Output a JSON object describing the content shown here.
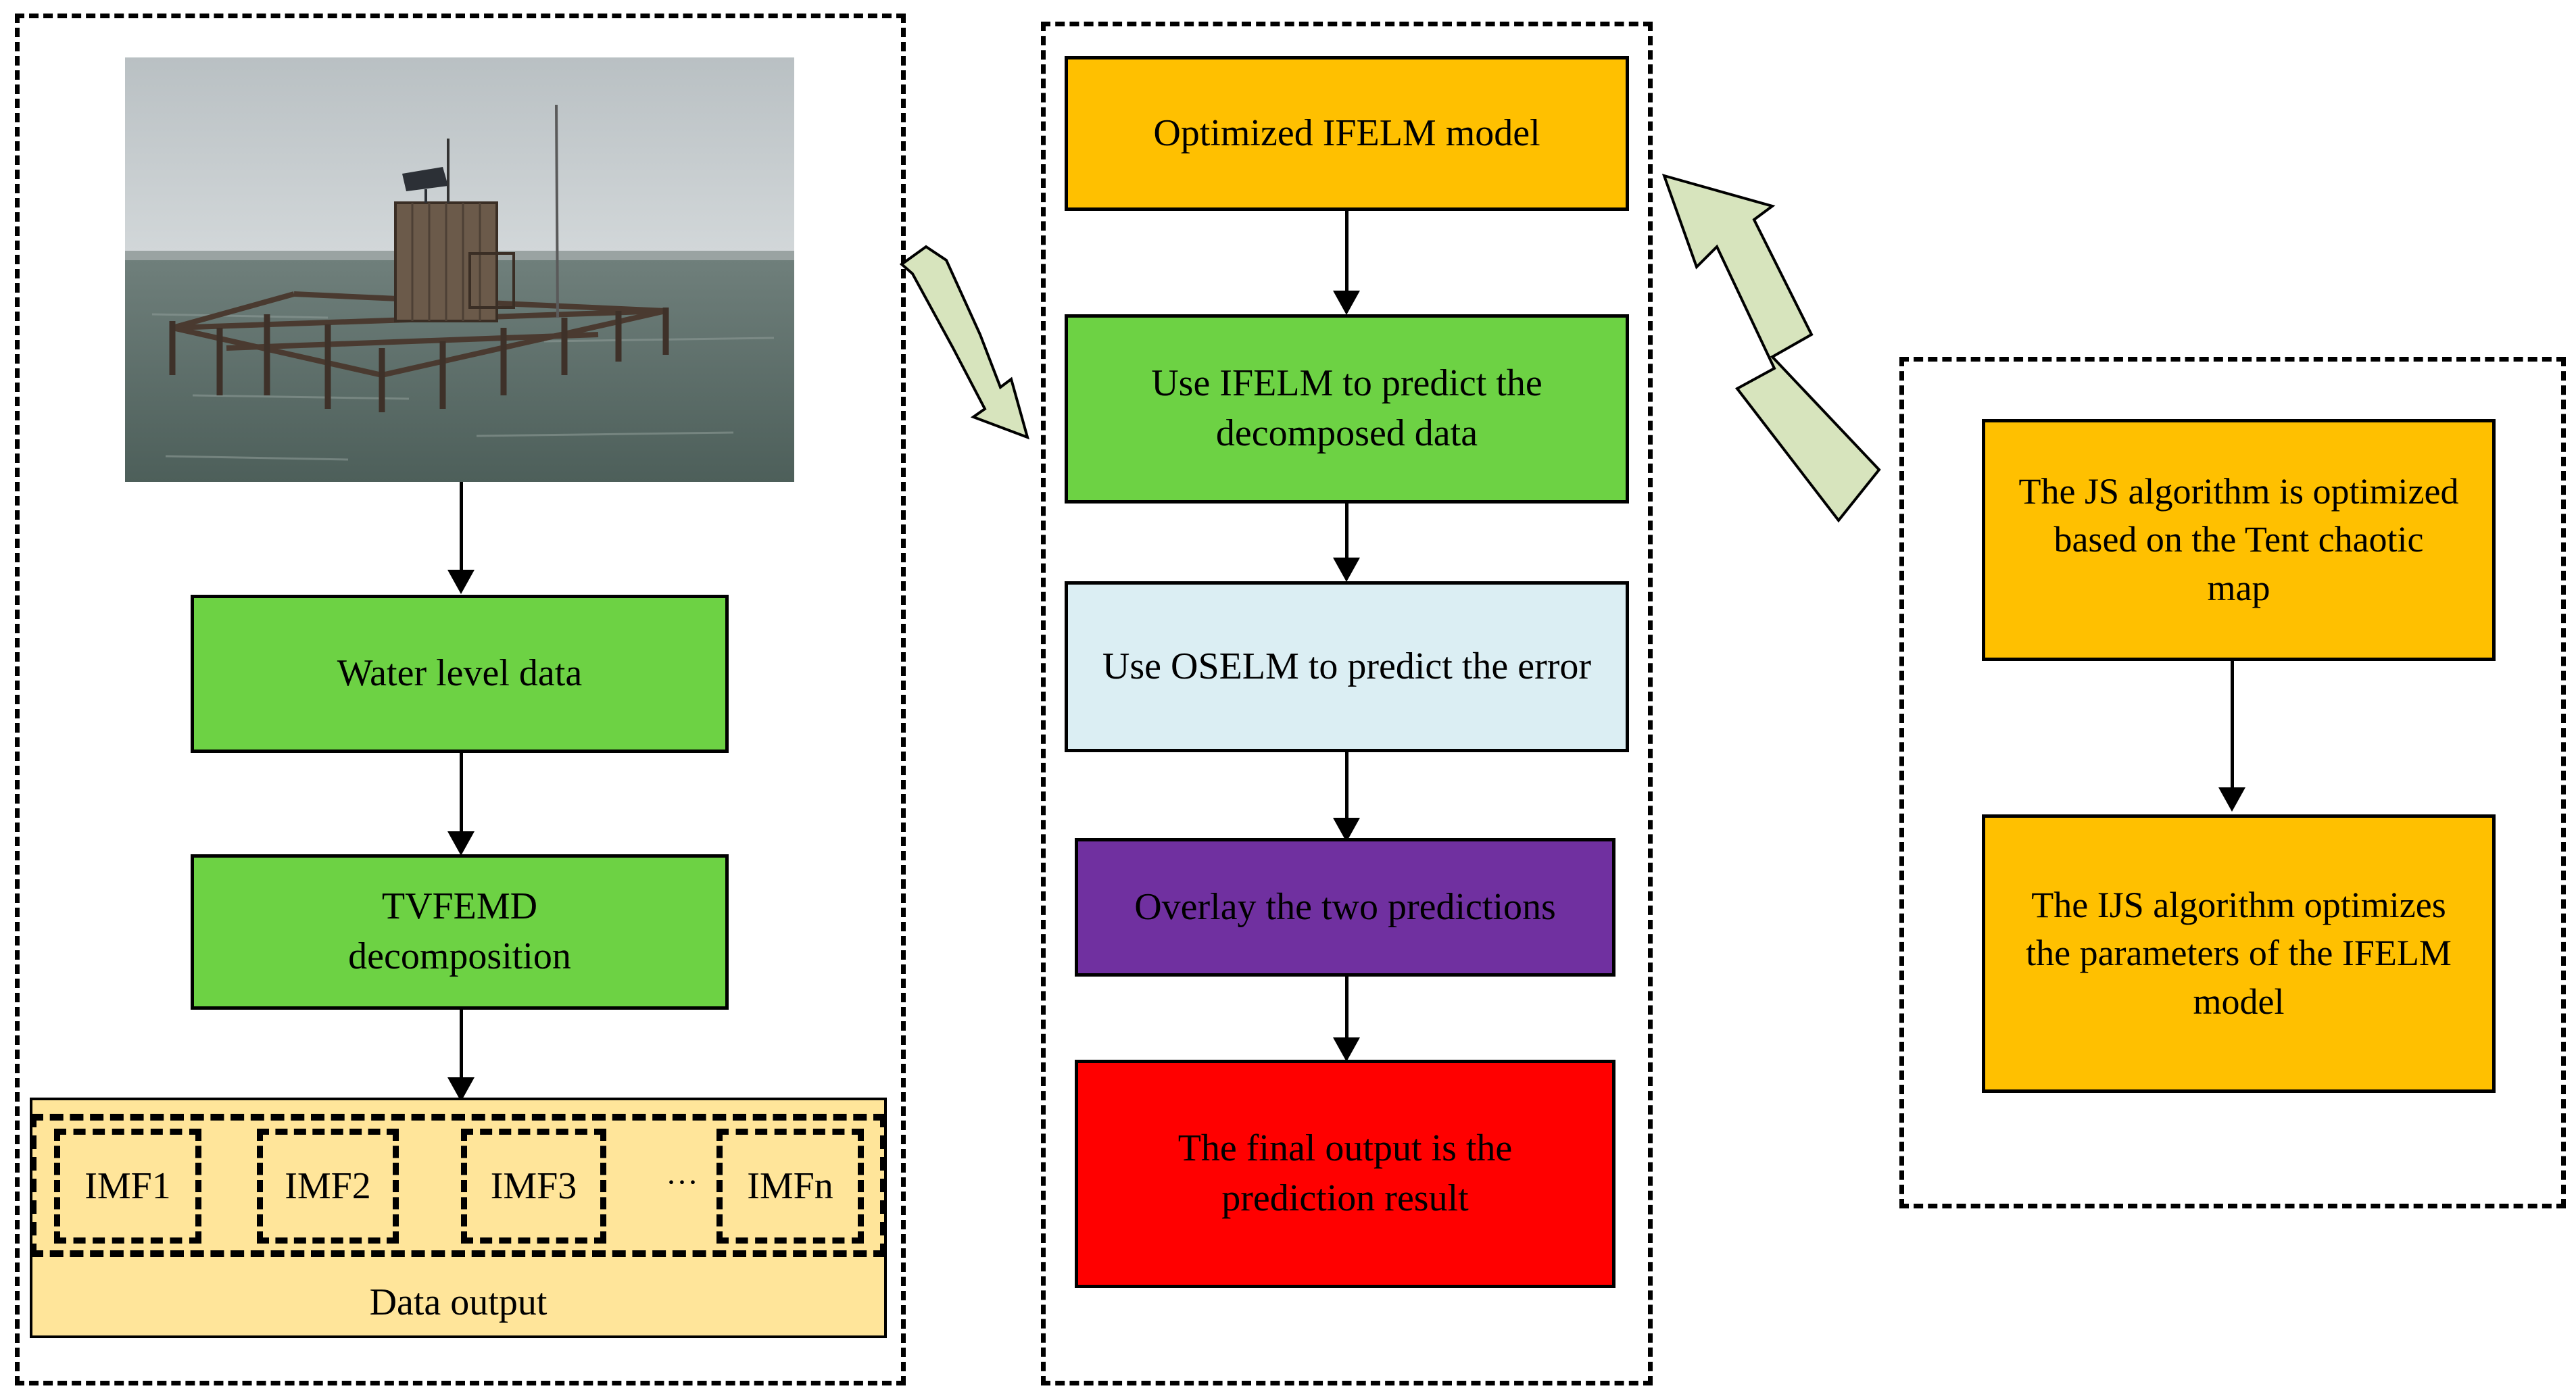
{
  "left": {
    "water_level_label": "Water level data",
    "decomp_line1": "TVFEMD",
    "decomp_line2": "decomposition",
    "imfs": [
      "IMF1",
      "IMF2",
      "IMF3",
      "IMFn"
    ],
    "ellipsis": "···",
    "data_output_label": "Data output"
  },
  "middle": {
    "optimized_label": "Optimized IFELM model",
    "predict_line1": "Use IFELM to predict the",
    "predict_line2": "decomposed data",
    "error_label": "Use OSELM to predict the error",
    "overlay_label": "Overlay the two predictions",
    "final_line1": "The final output is the",
    "final_line2": "prediction result"
  },
  "right": {
    "js_line1": "The JS algorithm is optimized",
    "js_line2": "based on the Tent chaotic",
    "js_line3": "map",
    "ijs_line1": "The IJS algorithm optimizes",
    "ijs_line2": "the parameters of the IFELM",
    "ijs_line3": "model"
  },
  "colors": {
    "green": "#6dd244",
    "orange": "#ffc000",
    "light_blue": "#dbeef3",
    "purple": "#7030a0",
    "red": "#ff0000",
    "cream": "#ffe59a",
    "arrow_fill": "#d7e4bd"
  }
}
